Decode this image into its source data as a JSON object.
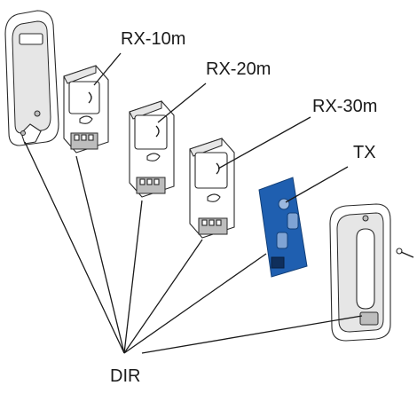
{
  "labels": {
    "rx10": "RX-10m",
    "rx20": "RX-20m",
    "rx30": "RX-30m",
    "tx": "TX",
    "dir": "DIR"
  },
  "colors": {
    "tx_board": "#1f5fb0",
    "ink": "#1a1a1a",
    "housing_shade": "#e6e6e6"
  }
}
